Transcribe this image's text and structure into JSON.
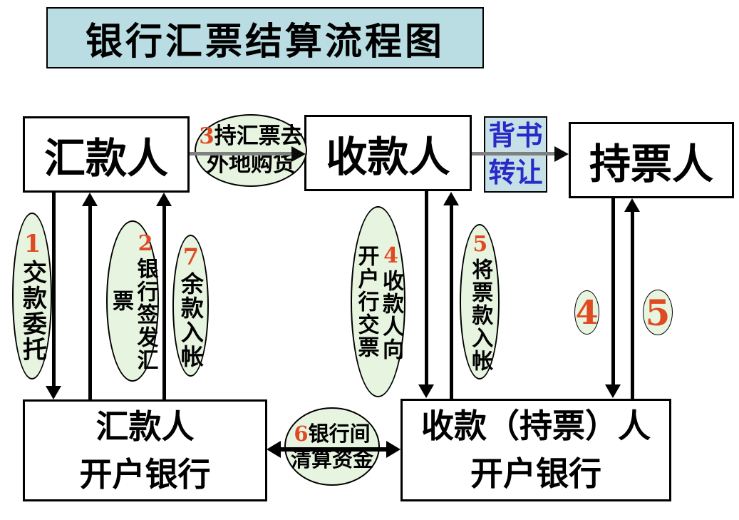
{
  "title": "银行汇票结算流程图",
  "nodes": {
    "remitter": "汇款人",
    "payee": "收款人",
    "bearer": "持票人",
    "remitter_bank": {
      "line1": "汇款人",
      "line2": "开户银行"
    },
    "payee_bank": {
      "line1": "收款（持票）人",
      "line2": "开户银行"
    }
  },
  "labels": {
    "endorsement": {
      "line1": "背书",
      "line2": "转让"
    },
    "step1": {
      "num": "1",
      "text": "交款委托"
    },
    "step2": {
      "num": "2",
      "text": "银行签发汇票"
    },
    "step3": {
      "num": "3",
      "line1_text": "持汇票去",
      "line2": "外地购货"
    },
    "step4": {
      "num": "4",
      "text": "收款人向开户行交票"
    },
    "step5": {
      "num": "5",
      "text": "将票款入帐"
    },
    "step6": {
      "num": "6",
      "line1_text": "银行间",
      "line2": "清算资金"
    },
    "step7": {
      "num": "7",
      "text": "余款入帐"
    },
    "step4_marker": "4",
    "step5_marker": "5"
  },
  "colors": {
    "title_bg": "#b9dde2",
    "endorsement_bg": "#c5e0e6",
    "ellipse_bg": "#e7f5e0",
    "number_red": "#e04a22",
    "endorsement_text": "#2929c8",
    "arrow_gray": "#808080",
    "line_black": "#000000"
  }
}
